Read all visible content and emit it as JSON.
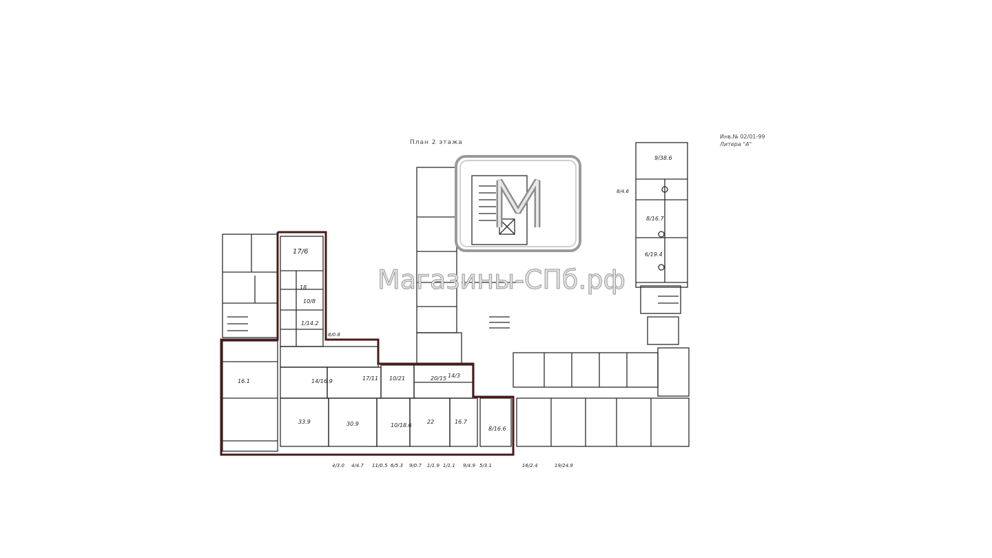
{
  "plan_title": "План 2 этажа",
  "inventory_number": "Инв.№ 02/01-99",
  "letter_label": "Литера \"А\"",
  "watermark": {
    "monogram": "M",
    "text": "Магазины-СПб.рф"
  },
  "room_labels": [
    "17/6",
    "10/8",
    "1/14.2",
    "14/16.9",
    "17/11",
    "10/21",
    "20/15",
    "14/3",
    "33.9",
    "30.9",
    "10/18.6",
    "22",
    "16.7",
    "8/16.6",
    "9/38.6",
    "8/16.7",
    "6/19.4",
    "16.1",
    "18"
  ],
  "edge_labels": [
    "4/3.0",
    "4/4.7",
    "11/0.5",
    "6/5.3",
    "9/0.7",
    "1/1.9",
    "1/1.1",
    "9/4.9",
    "5/3.1",
    "16/2.4",
    "19/24.9",
    "8/0.8",
    "8/4.6"
  ],
  "colors": {
    "lines": "#2b2b2b",
    "highlight_border": "#4a1a1a",
    "watermark_fill": "#e3e3e3",
    "watermark_stroke": "#9a9a9a"
  }
}
